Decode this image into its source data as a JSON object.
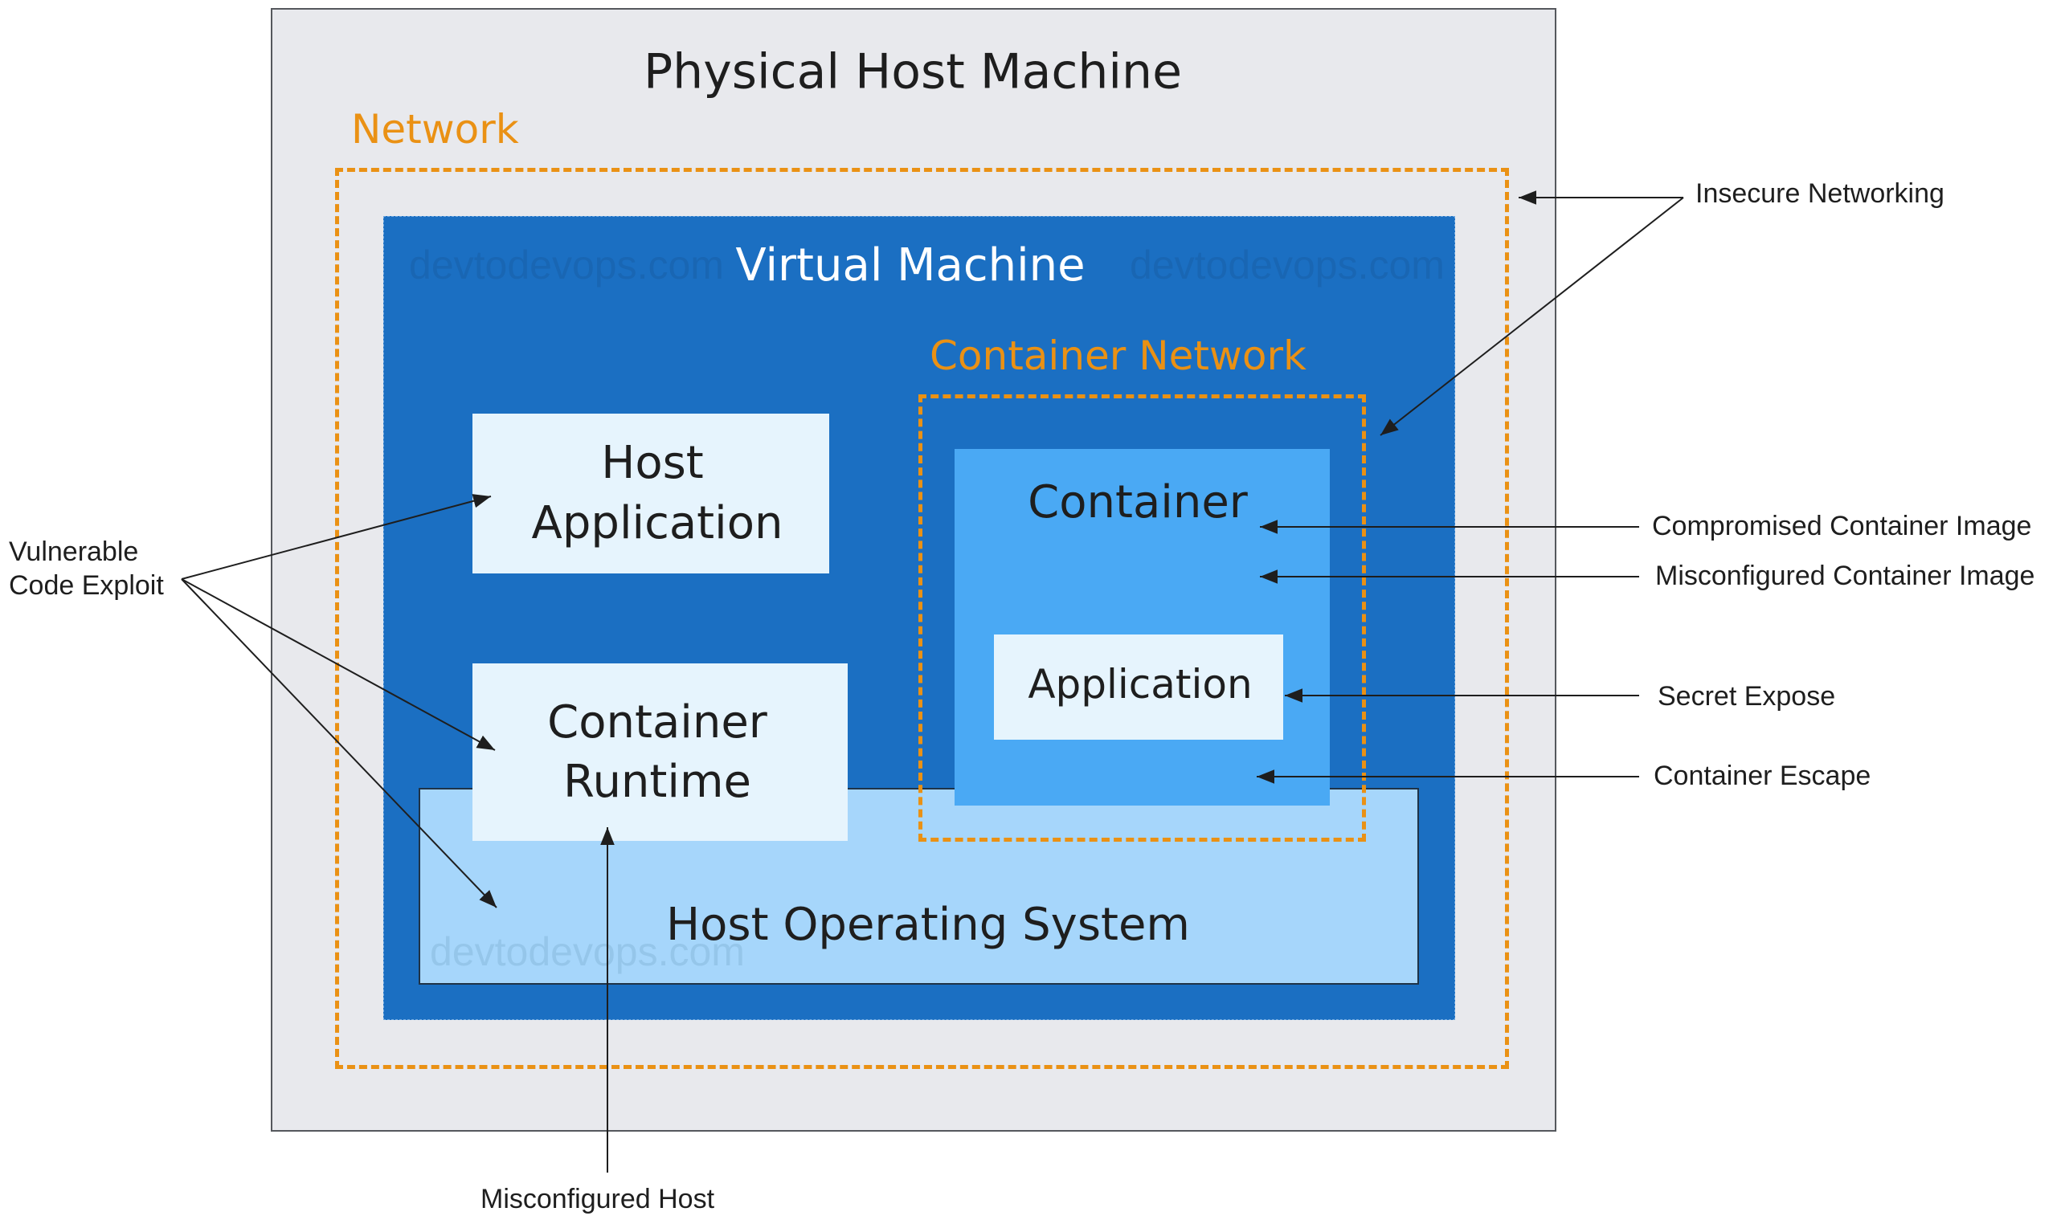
{
  "diagram": {
    "title": "Physical Host Machine",
    "network_label": "Network",
    "vm_label": "Virtual Machine",
    "container_network_label": "Container Network",
    "host_application": [
      "Host",
      "Application"
    ],
    "container_runtime": [
      "Container",
      "Runtime"
    ],
    "container_label": "Container",
    "application_label": "Application",
    "host_os_label": "Host Operating System",
    "watermark": "devtodevops.com"
  },
  "threats": {
    "vulnerable_code_exploit": [
      "Vulnerable",
      "Code Exploit"
    ],
    "insecure_networking": "Insecure Networking",
    "compromised_container_image": "Compromised Container Image",
    "misconfigured_container_image": "Misconfigured Container Image",
    "secret_expose": "Secret Expose",
    "container_escape": "Container Escape",
    "misconfigured_host": "Misconfigured Host"
  },
  "colors": {
    "physical": "#e8e9ed",
    "network_dash": "#ea9114",
    "vm": "#1b6fc2",
    "host_os": "#a6d6fb",
    "container": "#4aa9f4",
    "light_box": "#e6f4fd"
  }
}
